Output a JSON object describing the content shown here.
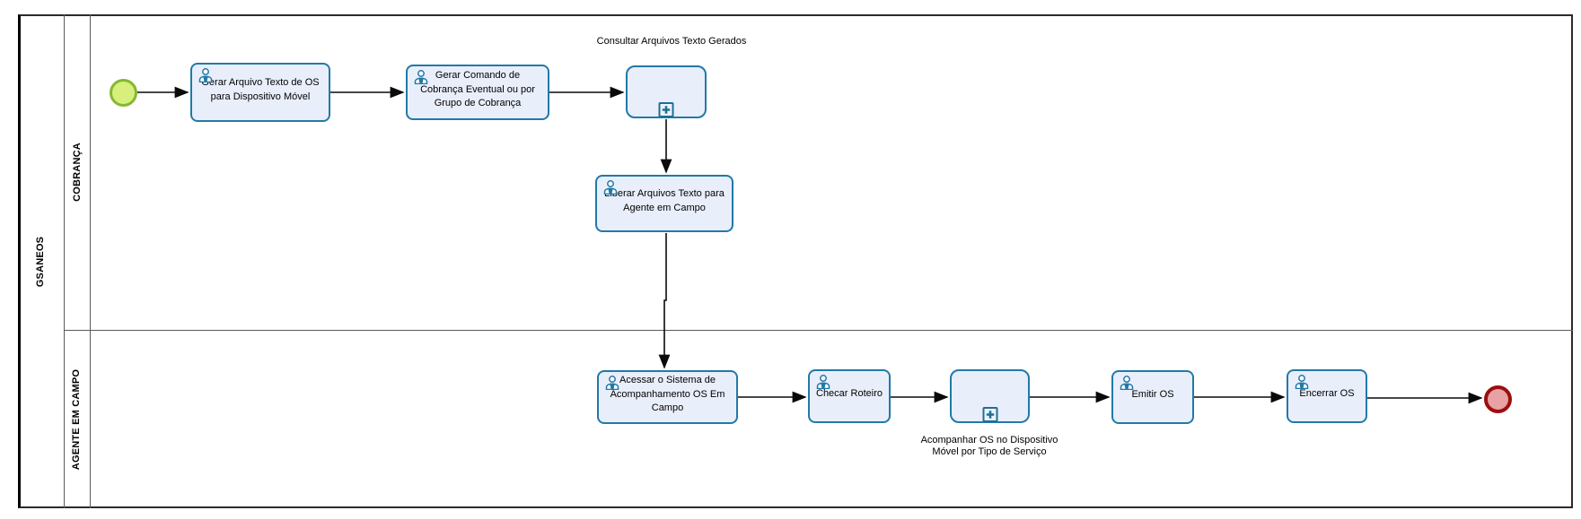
{
  "pool": {
    "label": "GSANEOS"
  },
  "lanes": [
    {
      "label": "COBRANÇA"
    },
    {
      "label": "AGENTE EM CAMPO"
    }
  ],
  "nodes": {
    "start_event": {
      "type": "start-event"
    },
    "task_gerar_arquivo": {
      "label": "Gerar Arquivo Texto de OS\npara Dispositivo Móvel"
    },
    "task_gerar_comando": {
      "label": "Gerar Comando de\nCobrança Eventual ou por\nGrupo de Cobrança"
    },
    "subprocess_consultar": {
      "label": "Consultar Arquivos Texto Gerados"
    },
    "task_liberar": {
      "label": "Liberar Arquivos Texto para\nAgente em Campo"
    },
    "task_acessar": {
      "label": "Acessar o Sistema de\nAcompanhamento OS Em\nCampo"
    },
    "task_checar": {
      "label": "Checar Roteiro"
    },
    "subprocess_acompanhar": {
      "label": "Acompanhar OS no Dispositivo\nMóvel por Tipo de Serviço"
    },
    "task_emitir": {
      "label": "Emitir OS"
    },
    "task_encerrar": {
      "label": "Encerrar OS"
    },
    "end_event": {
      "type": "end-event"
    }
  },
  "colors": {
    "task_fill": "#e9eefb",
    "task_border": "#2279a7",
    "icon": "#2279a7",
    "start_fill": "#d6ef7d",
    "start_border": "#84b831",
    "end_fill": "#e9a2a4",
    "end_border": "#9c0f0f",
    "flow": "#0a0a0a",
    "lane_line": "#5a5a5a"
  }
}
